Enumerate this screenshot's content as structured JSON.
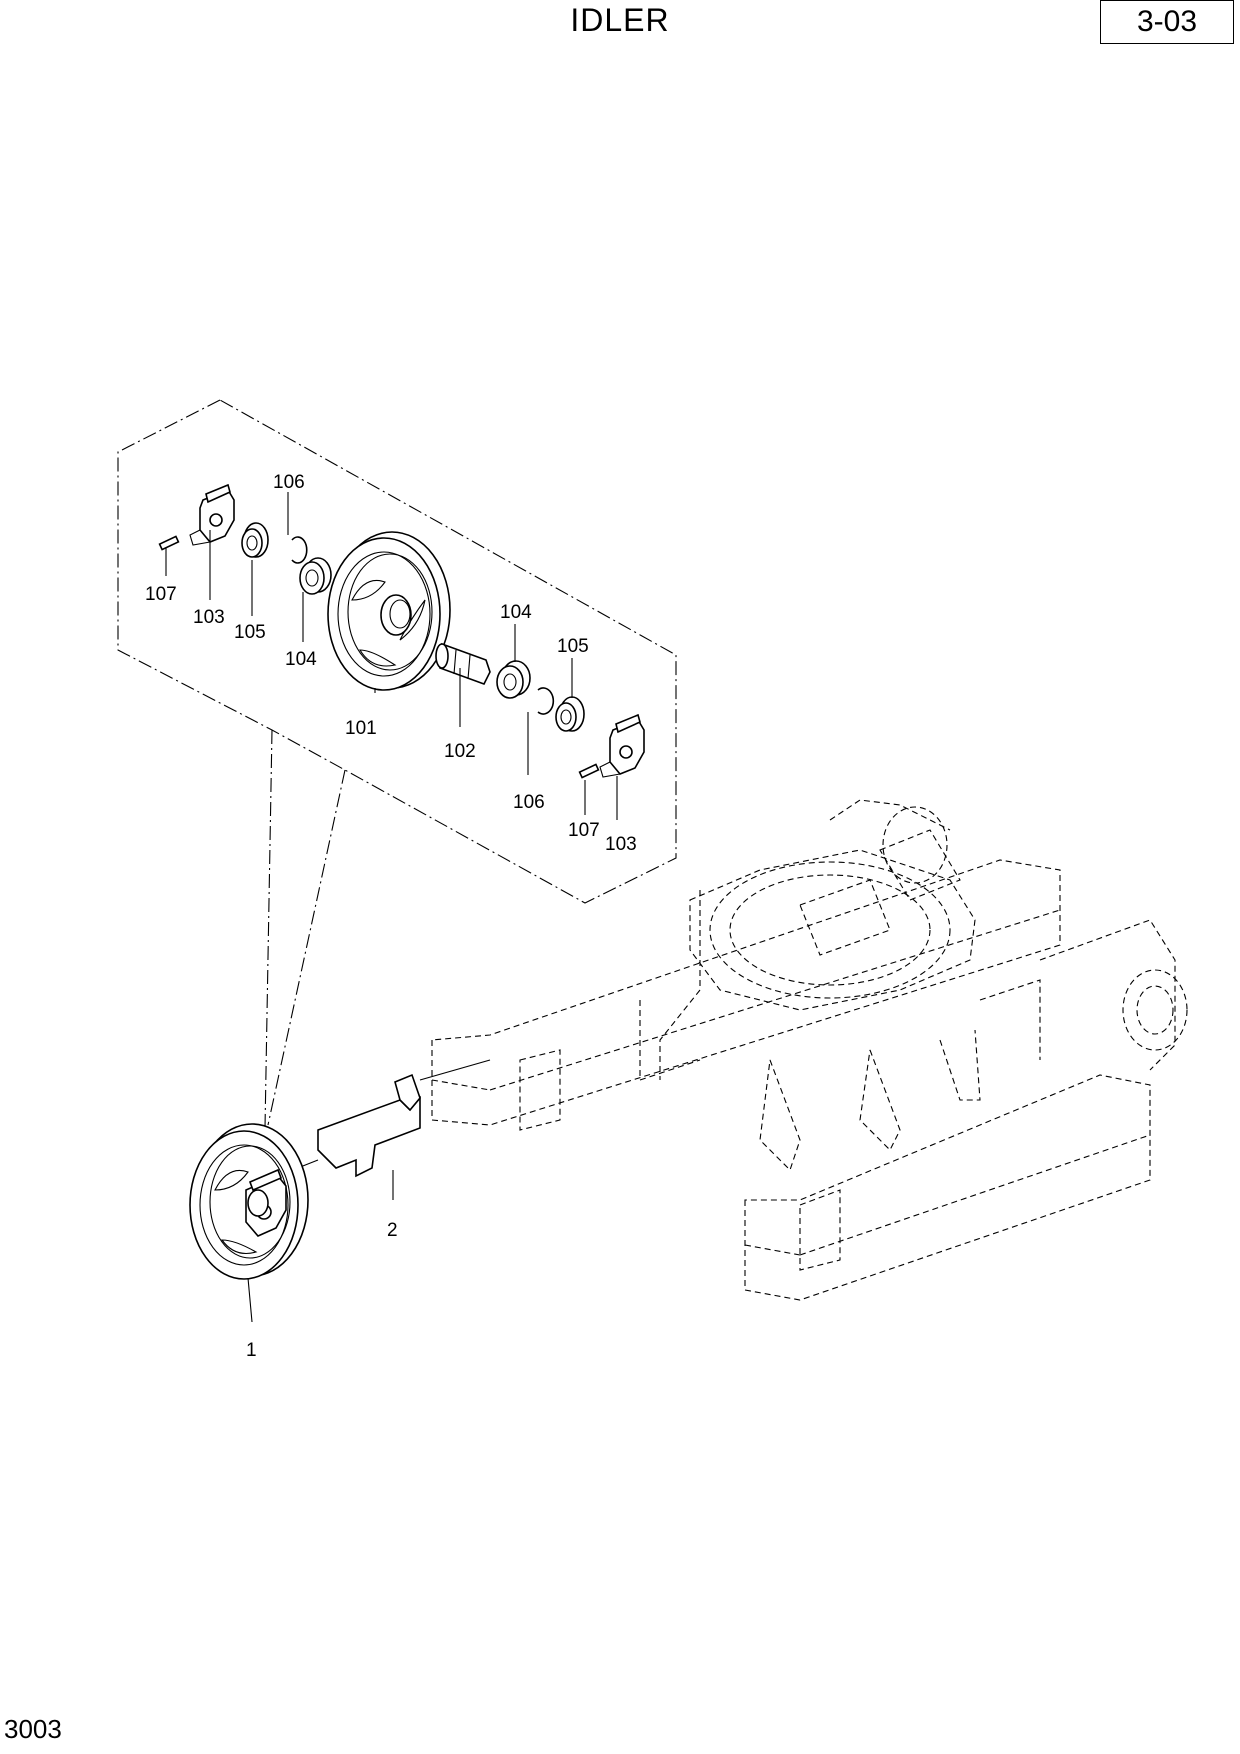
{
  "header": {
    "title": "IDLER",
    "code": "3-03"
  },
  "footer": {
    "doc_number": "3003"
  },
  "callouts": {
    "c107a": "107",
    "c103a": "103",
    "c105a": "105",
    "c106a": "106",
    "c104a": "104",
    "c101": "101",
    "c102": "102",
    "c104b": "104",
    "c105b": "105",
    "c106b": "106",
    "c107b": "107",
    "c103b": "103",
    "c2": "2",
    "c1": "1"
  }
}
